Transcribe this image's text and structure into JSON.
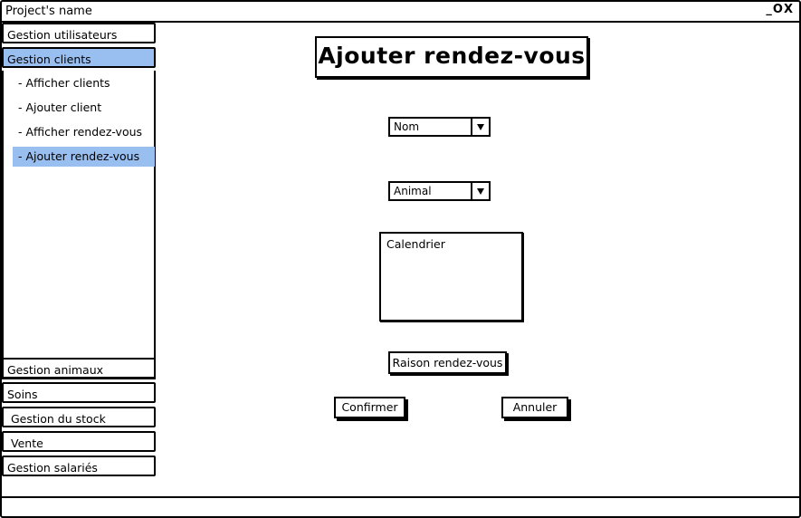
{
  "window": {
    "title": "Project's name",
    "controls": {
      "minimize": "_",
      "maximize": "O",
      "close": "X"
    }
  },
  "sidebar": {
    "items": [
      {
        "label": "Gestion utilisateurs",
        "active": false
      },
      {
        "label": "Gestion clients",
        "active": true
      },
      {
        "label": "Gestion animaux",
        "active": false
      },
      {
        "label": "Soins",
        "active": false
      },
      {
        "label": "Gestion du stock",
        "active": false
      },
      {
        "label": "Vente",
        "active": false
      },
      {
        "label": "Gestion salariés",
        "active": false
      }
    ],
    "subitems": [
      {
        "label": "- Afficher clients",
        "active": false
      },
      {
        "label": "- Ajouter client",
        "active": false
      },
      {
        "label": "- Afficher rendez-vous",
        "active": false
      },
      {
        "label": "- Ajouter rendez-vous",
        "active": true
      }
    ]
  },
  "main": {
    "title": "Ajouter rendez-vous",
    "nom_select": {
      "value": "Nom",
      "icon": "chevron-down-icon"
    },
    "animal_select": {
      "value": "Animal",
      "icon": "chevron-down-icon"
    },
    "calendar_label": "Calendrier",
    "reason_field": "Raison rendez-vous",
    "confirm_button": "Confirmer",
    "cancel_button": "Annuler"
  },
  "colors": {
    "highlight": "#99bff1",
    "border": "#000000"
  }
}
